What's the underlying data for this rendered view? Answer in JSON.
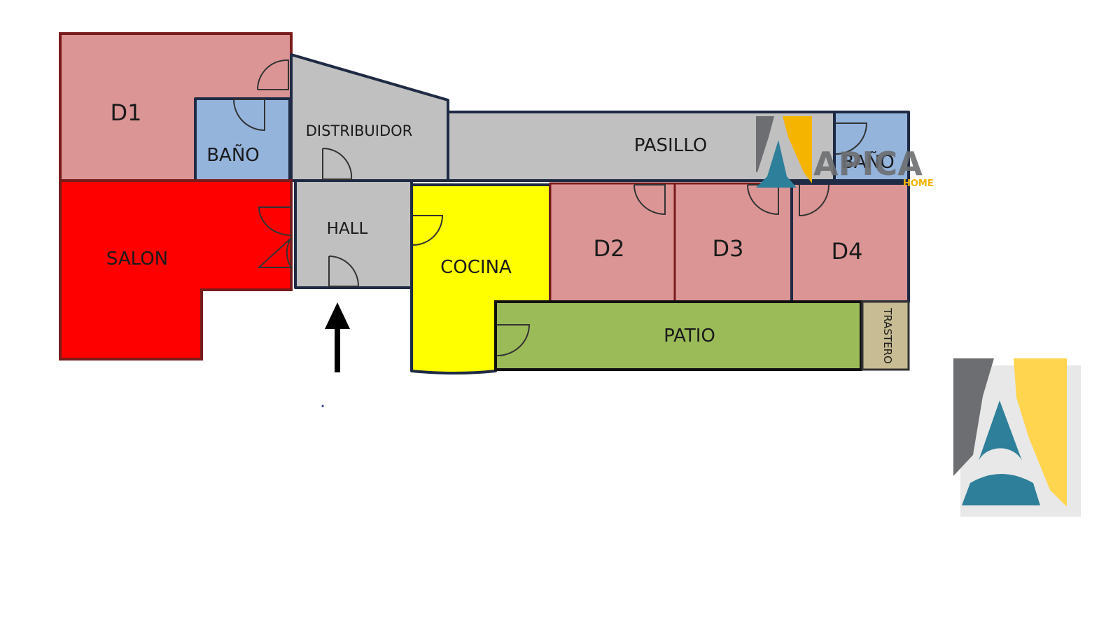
{
  "rooms": {
    "d1": "D1",
    "bano1": "BAÑO",
    "distribuidor": "DISTRIBUIDOR",
    "pasillo": "PASILLO",
    "bano2": "BAÑO",
    "salon": "SALON",
    "hall": "HALL",
    "cocina": "COCINA",
    "d2": "D2",
    "d3": "D3",
    "d4": "D4",
    "patio": "PATIO",
    "trastero": "TRASTERO"
  },
  "logo": {
    "name": "APICA",
    "tagline": "HOME"
  },
  "colors": {
    "dormitorio": "#dc9595",
    "bano": "#94b4dc",
    "circulacion": "#c0c0c0",
    "salon": "#ff0000",
    "cocina": "#ffff00",
    "patio": "#9bbb59",
    "trastero": "#c8bc94",
    "wall_dormitorio": "#7a1b1b",
    "wall_general": "#1f2a44",
    "logo_gray": "#6d6e71",
    "logo_yellow": "#f5b400",
    "logo_blue": "#2e7f9a"
  }
}
